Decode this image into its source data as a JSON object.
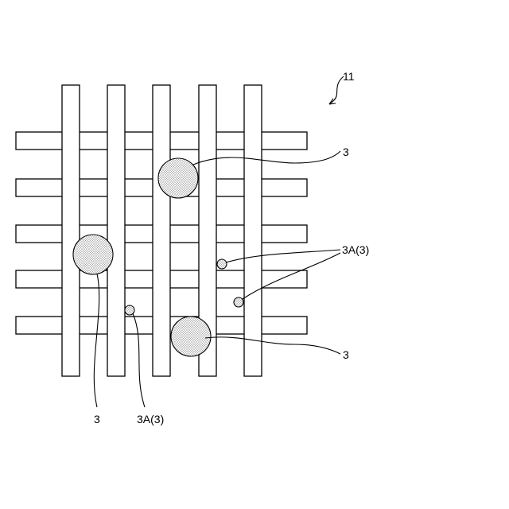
{
  "figure": {
    "reference_numeral": "11",
    "labels": {
      "large_particle_top": "3",
      "large_particle_left": "3",
      "large_particle_bottom": "3",
      "small_particles_right": "3A(3)",
      "small_particle_bottom": "3A(3)"
    }
  },
  "colors": {
    "line": "#000000",
    "background": "#ffffff",
    "stipple": "#555555"
  }
}
